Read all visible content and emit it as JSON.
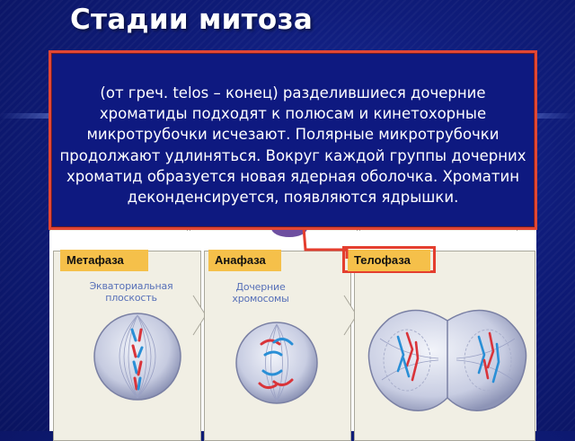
{
  "slide": {
    "title": "Стадии митоза"
  },
  "popup": {
    "text": "(от греч. telos – конец) разделившиеся дочерние хроматиды подходят к полюсам и кинетохорные микротрубочки исчезают. Полярные микротрубочки продолжают удлиняться. Вокруг каждой группы дочерних хроматид образуется новая ядерная оболочка. Хроматин деконденсируется, появляются ядрышки."
  },
  "figure": {
    "phases": [
      {
        "label": "Метафаза",
        "caption": "Экваториальная плоскость"
      },
      {
        "label": "Анафаза",
        "caption": "Дочерние хромосомы"
      },
      {
        "label": "Телофаза",
        "highlighted": true
      }
    ],
    "colors": {
      "label_bg": "#f5c04a",
      "highlight": "#e43e2e",
      "panel_bg": "#f1efe4",
      "chromosome_red": "#d9343a",
      "chromosome_blue": "#2a8fd6",
      "caption": "#5770b8"
    }
  }
}
